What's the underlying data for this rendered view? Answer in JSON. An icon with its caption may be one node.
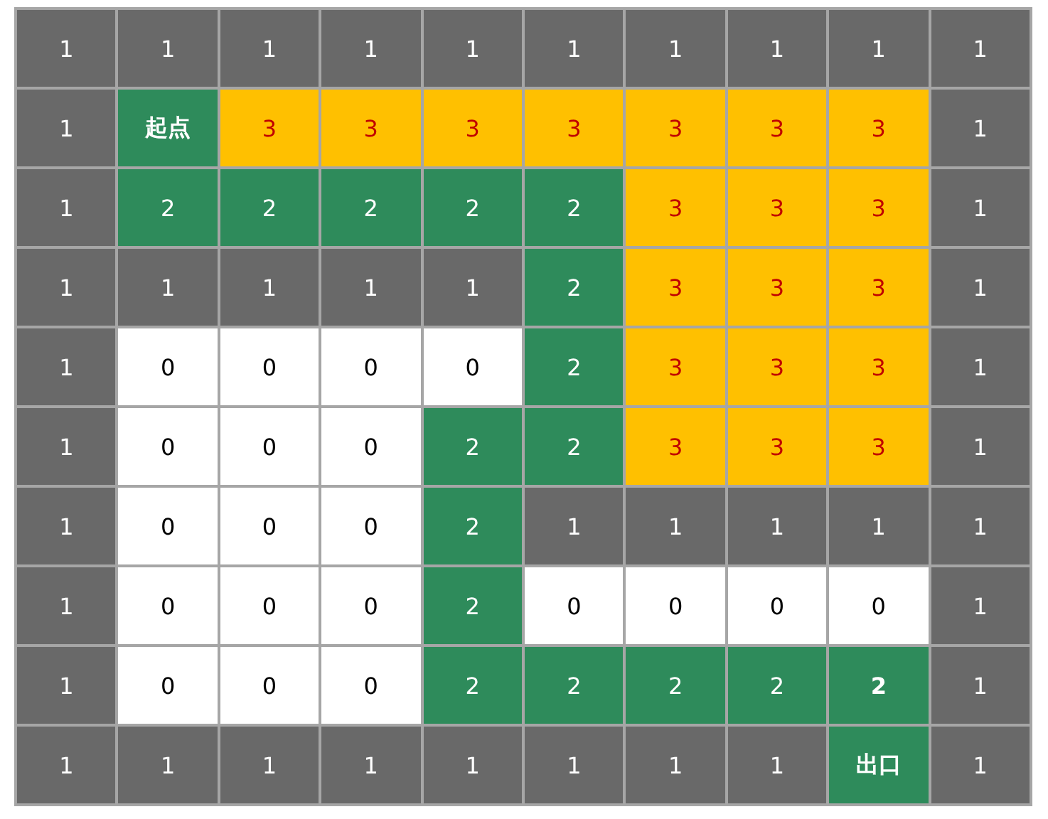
{
  "diagram": {
    "labels": [
      "1",
      "1",
      "1",
      "1",
      "1",
      "1",
      "1",
      "1",
      "1",
      "1",
      "1",
      "起点",
      "3",
      "3",
      "3",
      "3",
      "3",
      "3",
      "3",
      "1",
      "1",
      "2",
      "2",
      "2",
      "2",
      "2",
      "3",
      "3",
      "3",
      "1",
      "1",
      "1",
      "1",
      "1",
      "1",
      "2",
      "3",
      "3",
      "3",
      "1",
      "1",
      "0",
      "0",
      "0",
      "0",
      "2",
      "3",
      "3",
      "3",
      "1",
      "1",
      "0",
      "0",
      "0",
      "2",
      "2",
      "3",
      "3",
      "3",
      "1",
      "1",
      "0",
      "0",
      "0",
      "2",
      "1",
      "1",
      "1",
      "1",
      "1",
      "1",
      "0",
      "0",
      "0",
      "2",
      "0",
      "0",
      "0",
      "0",
      "1",
      "1",
      "0",
      "0",
      "0",
      "2",
      "2",
      "2",
      "2",
      "2",
      "1",
      "1",
      "1",
      "1",
      "1",
      "1",
      "1",
      "1",
      "1",
      "出口",
      "1"
    ]
  }
}
